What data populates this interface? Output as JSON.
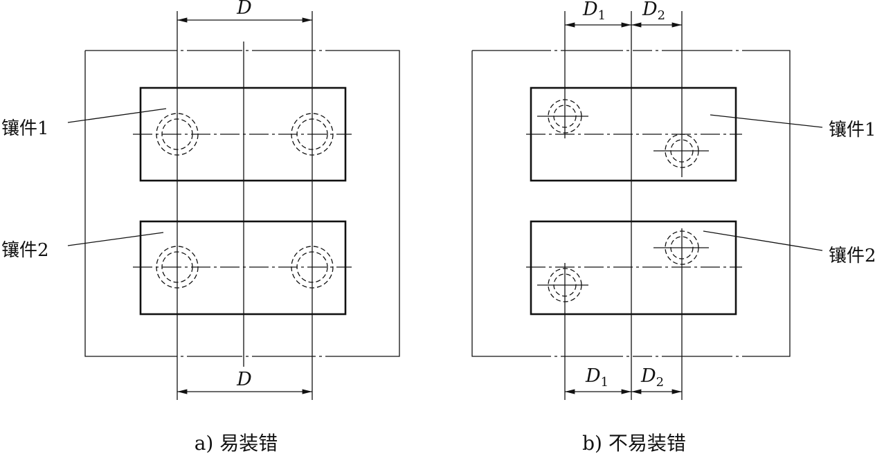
{
  "diagram": {
    "panel_a": {
      "caption": "a) 易装错",
      "labels": {
        "insert1": "镶件1",
        "insert2": "镶件2"
      },
      "dim_top": "D",
      "dim_bottom": "D"
    },
    "panel_b": {
      "caption": "b) 不易装错",
      "labels": {
        "insert1": "镶件1",
        "insert2": "镶件2"
      },
      "dim_d": "D",
      "sub1": "1",
      "sub2": "2"
    }
  }
}
